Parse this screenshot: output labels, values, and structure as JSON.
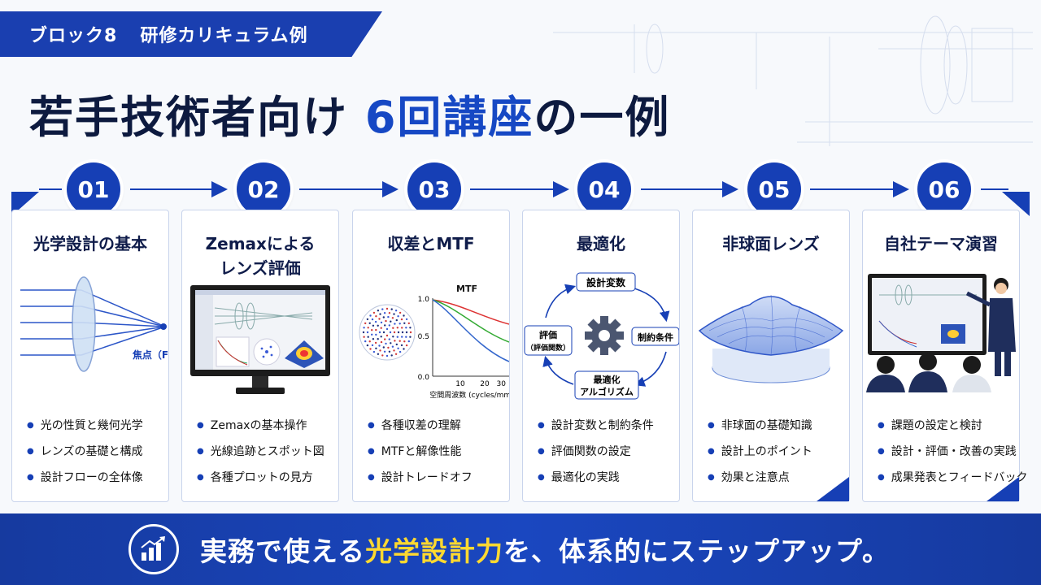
{
  "header": {
    "block": "ブロック8",
    "section": "研修カリキュラム例"
  },
  "title": {
    "part1": "若手技術者向け ",
    "highlight": "6回講座",
    "part2": "の一例"
  },
  "steps": [
    {
      "num": "01",
      "title_lines": [
        "光学設計の基本"
      ],
      "focus_label": "焦点（F）",
      "bullets": [
        "光の性質と幾何光学",
        "レンズの基礎と構成",
        "設計フローの全体像"
      ]
    },
    {
      "num": "02",
      "title_lines": [
        "Zemaxによる",
        "レンズ評価"
      ],
      "bullets": [
        "Zemaxの基本操作",
        "光線追跡とスポット図",
        "各種プロットの見方"
      ]
    },
    {
      "num": "03",
      "title_lines": [
        "収差とMTF"
      ],
      "mtf": {
        "title": "MTF",
        "y_ticks": [
          "1.0",
          "0.5",
          "0.0"
        ],
        "x_ticks": [
          "10",
          "20",
          "30"
        ],
        "xlabel": "空間周波数 (cycles/mm)"
      },
      "bullets": [
        "各種収差の理解",
        "MTFと解像性能",
        "設計トレードオフ"
      ]
    },
    {
      "num": "04",
      "title_lines": [
        "最適化"
      ],
      "cycle": {
        "top": "設計変数",
        "right": "制約条件",
        "bottom1": "最適化",
        "bottom2": "アルゴリズム",
        "left1": "評価",
        "left2": "（評価関数）"
      },
      "bullets": [
        "設計変数と制約条件",
        "評価関数の設定",
        "最適化の実践"
      ]
    },
    {
      "num": "05",
      "title_lines": [
        "非球面レンズ"
      ],
      "bullets": [
        "非球面の基礎知識",
        "設計上のポイント",
        "効果と注意点"
      ]
    },
    {
      "num": "06",
      "title_lines": [
        "自社テーマ演習"
      ],
      "bullets": [
        "課題の設定と検討",
        "設計・評価・改善の実践",
        "成果発表とフィードバック"
      ]
    }
  ],
  "footer": {
    "part1": "実務で使える",
    "highlight": "光学設計力",
    "part2": "を、体系的にステップアップ。"
  },
  "colors": {
    "primary": "#163fb5",
    "accent": "#ffd930",
    "title_dark": "#0d1a3f"
  }
}
